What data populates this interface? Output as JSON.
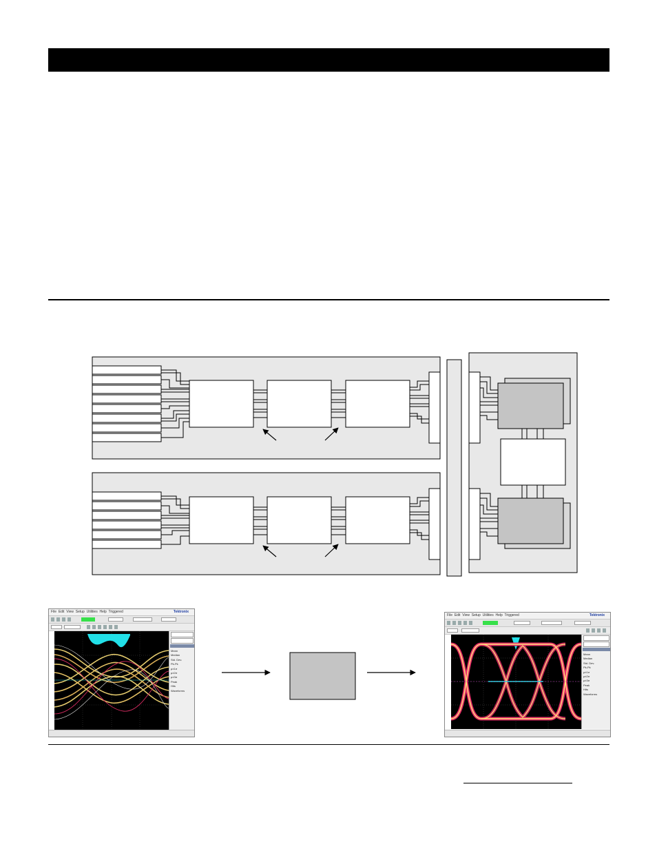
{
  "page": {
    "header_bar_color": "#000000"
  },
  "colors": {
    "outline": "#000000",
    "board_fill": "#e8e8e8",
    "block_fill": "#ffffff",
    "chip_fill": "#c4c4c4",
    "chip_shadow_fill": "#d8d8d8",
    "scope_trace_yellow": "#ffe37a",
    "scope_trace_magenta": "#e8306a",
    "scope_histogram_cyan": "#22e0e8",
    "scope_run_green": "#37e04a"
  },
  "scope_left": {
    "menu": [
      "File",
      "Edit",
      "View",
      "Setup",
      "Utilities",
      "Help",
      "Triggered"
    ],
    "brand": "Tektronix",
    "stats": [
      "Mean",
      "Median",
      "Std. Dev.",
      "Pk-Pk",
      "μ±1σ",
      "μ±2σ",
      "μ±3σ",
      "Peak",
      "Hits",
      "Waveforms"
    ]
  },
  "scope_right": {
    "menu": [
      "File",
      "Edit",
      "View",
      "Setup",
      "Utilities",
      "Help",
      "Triggered"
    ],
    "brand": "Tektronix",
    "stats": [
      "Mean",
      "Median",
      "Std. Dev.",
      "Pk-Pk",
      "μ±1σ",
      "μ±2σ",
      "μ±3σ",
      "Peak",
      "Hits",
      "Waveforms"
    ]
  }
}
